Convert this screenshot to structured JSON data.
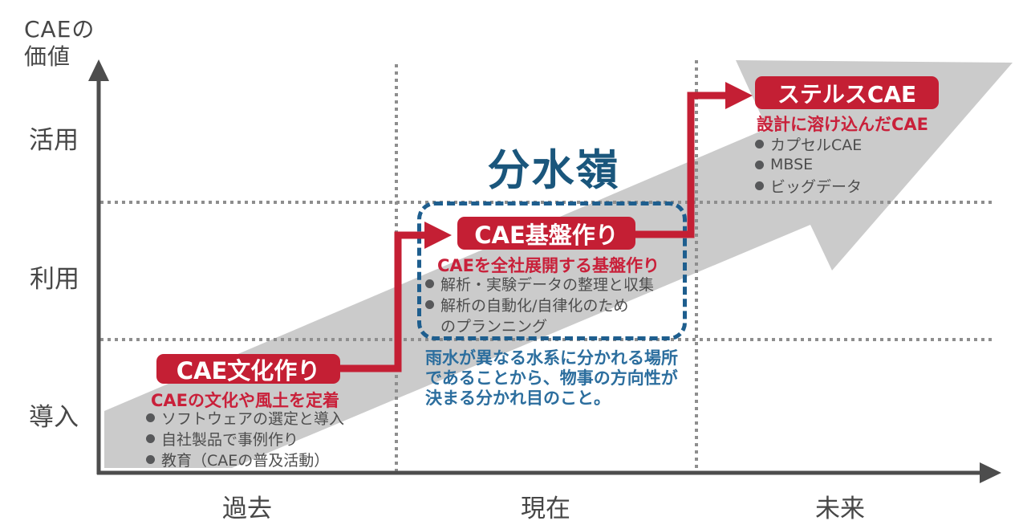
{
  "diagram_title": "分水嶺",
  "colors": {
    "accent_red": "#c41f34",
    "red_text": "#c9203a",
    "band_gray": "#cbcbcb",
    "axis_gray": "#4d4d4d",
    "dotted_gray": "#8e8e8e",
    "note_blue": "#2c6e9e",
    "dashed_border_blue": "#1e5e8e",
    "watershed_blue": "#1a567c"
  },
  "y_axis": {
    "title_line1": "CAEの",
    "title_line2": "価値",
    "labels": [
      "活用",
      "利用",
      "導入"
    ]
  },
  "x_axis": {
    "labels": [
      "過去",
      "現在",
      "未来"
    ]
  },
  "watershed": {
    "title": "分水嶺",
    "definition_line1": "雨水が異なる水系に分かれる場所",
    "definition_line2": "であることから、物事の方向性が",
    "definition_line3": "決まる分かれ目のこと。"
  },
  "stages": [
    {
      "title": "CAE文化作り",
      "subtitle": "CAEの文化や風土を定着",
      "bullets": [
        "ソフトウェアの選定と導入",
        "自社製品で事例作り",
        "教育（CAEの普及活動）"
      ]
    },
    {
      "title": "CAE基盤作り",
      "subtitle": "CAEを全社展開する基盤作り",
      "bullets": [
        "解析・実験データの整理と収集",
        "解析の自動化/自律化のため",
        "のプランニング"
      ]
    },
    {
      "title": "ステルスCAE",
      "subtitle": "設計に溶け込んだCAE",
      "bullets": [
        "カプセルCAE",
        "MBSE",
        "ビッグデータ"
      ]
    }
  ]
}
